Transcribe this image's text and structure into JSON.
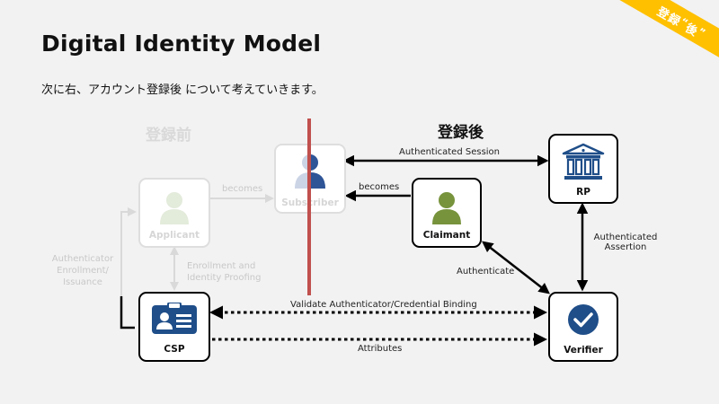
{
  "title": "Digital Identity Model",
  "subtitle": "次に右、アカウント登録後 について考えていきます。",
  "corner_badge": {
    "text": "登録",
    "emphasis": "後"
  },
  "sections": {
    "before": "登録前",
    "after": "登録後"
  },
  "nodes": {
    "applicant": "Applicant",
    "subscriber": "Subscriber",
    "claimant": "Claimant",
    "rp": "RP",
    "csp": "CSP",
    "verifier": "Verifier"
  },
  "edges": {
    "becomes_faded": "becomes",
    "becomes": "becomes",
    "authenticated_session": "Authenticated Session",
    "authenticated_assertion_1": "Authenticated",
    "authenticated_assertion_2": "Assertion",
    "authenticate": "Authenticate",
    "validate_binding": "Validate Authenticator/Credential Binding",
    "attributes": "Attributes",
    "enrollment_1": "Enrollment and",
    "enrollment_2": "Identity Proofing",
    "auth_enroll_1": "Authenticator",
    "auth_enroll_2": "Enrollment/",
    "auth_enroll_3": "Issuance"
  },
  "colors": {
    "person_green": "#77933c",
    "person_faded": "#e3ebdb",
    "subscriber_blue": "#2f5597",
    "icon_blue": "#1f4e89",
    "divider_red": "#c0504d",
    "badge_yellow": "#ffc000"
  }
}
